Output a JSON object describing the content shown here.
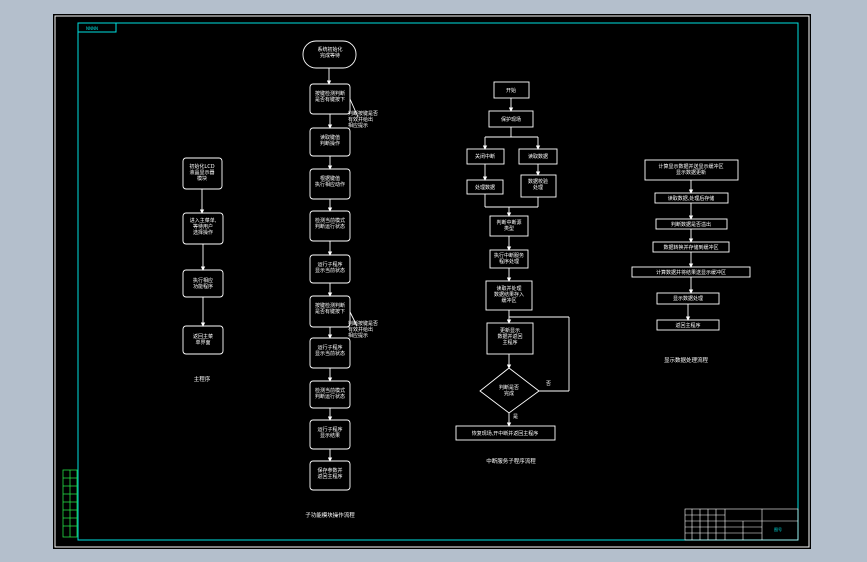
{
  "sheet": {
    "tag": "NNNN",
    "background": "#000000",
    "line_color": "#ffffff",
    "border_color": "#00e0e0"
  },
  "flow1": {
    "caption": "主程序",
    "nodes": [
      "初始化LCD\n液晶显示器\n模块",
      "进入主菜单,\n等待用户\n选择操作",
      "执行相应\n功能程序",
      "返回主菜\n单界面"
    ]
  },
  "flow2": {
    "caption": "子功能模块操作流程",
    "start": "系统初始化\n完成等待",
    "nodes": [
      "按键检测判断\n是否有键按下",
      "读取键值\n判断操作",
      "根据键值\n执行相应动作",
      "检测当前模式\n判断运行状态",
      "运行子程序\n显示当前状态",
      "按键检测判断\n是否有键按下",
      "运行子程序\n显示当前状态",
      "检测当前模式\n判断运行状态",
      "运行子程序\n显示结果",
      "保存参数并\n返回主程序"
    ],
    "notes": [
      "判断按键是否\n有效并给出\n相应提示",
      "判断按键是否\n有效并给出\n相应提示"
    ]
  },
  "flow3": {
    "caption": "中断服务子程序流程",
    "start": "开始",
    "n2": "保护现场",
    "left": "关闭中断",
    "right": "读取数据",
    "left2": "处理数据",
    "right2": "数据校验\n处理",
    "merge": "判断中断源\n类型",
    "n5": "执行中断服务\n程序处理",
    "n6": "读取并处理\n数据结果存入\n缓冲区",
    "n7": "更新显示\n数据并返回\n主程序",
    "decision": "判断是否\n完成",
    "yes": "是",
    "no": "否",
    "end": "恢复现场,开中断并返回主程序"
  },
  "flow4": {
    "caption": "显示数据处理流程",
    "nodes": [
      "计算显示数据并送显示缓冲区\n显示数据更新",
      "读取数据,处理后存储",
      "判断数据是否溢出",
      "数据转换并存储到缓冲区",
      "计算数据并将结果送显示缓冲区",
      "显示数据处理",
      "返回主程序"
    ]
  },
  "titleblock": {
    "label": "图号"
  }
}
